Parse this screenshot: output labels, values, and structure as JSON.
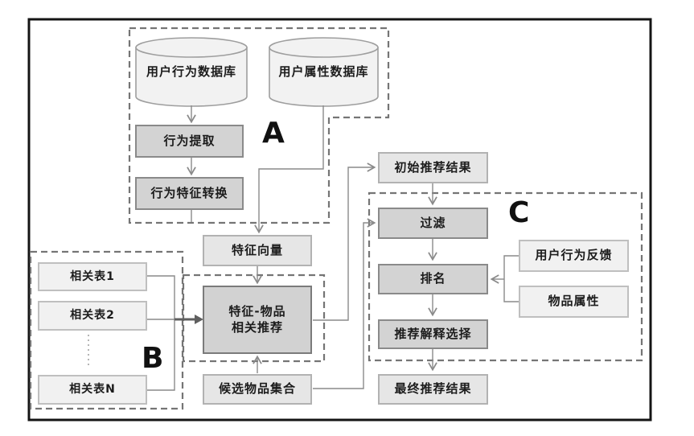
{
  "sections": {
    "a_label": "A",
    "b_label": "B",
    "c_label": "C"
  },
  "databases": {
    "behavior_db": "用户行为数据库",
    "attribute_db": "用户属性数据库"
  },
  "process": {
    "behavior_extraction": "行为提取",
    "behavior_feature_transform": "行为特征转换",
    "feature_vector": "特征向量",
    "feature_item_recommend_line1": "特征-物品",
    "feature_item_recommend_line2": "相关推荐",
    "candidate_item_set": "候选物品集合"
  },
  "tables": {
    "table1": "相关表1",
    "table2": "相关表2",
    "tableN": "相关表N"
  },
  "results": {
    "initial_result": "初始推荐结果",
    "filter": "过滤",
    "ranking": "排名",
    "explanation_selection": "推荐解释选择",
    "final_result": "最终推荐结果",
    "user_behavior_feedback": "用户行为反馈",
    "item_attributes": "物品属性"
  },
  "colors": {
    "dark_box_fill": "#d3d3d3",
    "dark_box_border": "#8a8a8a",
    "mid_box_fill": "#e6e6e6",
    "mid_box_border": "#b2b2b2",
    "light_box_fill": "#f1f1f1",
    "light_box_border": "#bfbfbf",
    "cylinder_fill": "#f2f2f2",
    "connector_line": "#8a8a8a",
    "dashed_outline": "#757575",
    "bold_arrow": "#5f5f5f",
    "frame_border": "#141414"
  }
}
